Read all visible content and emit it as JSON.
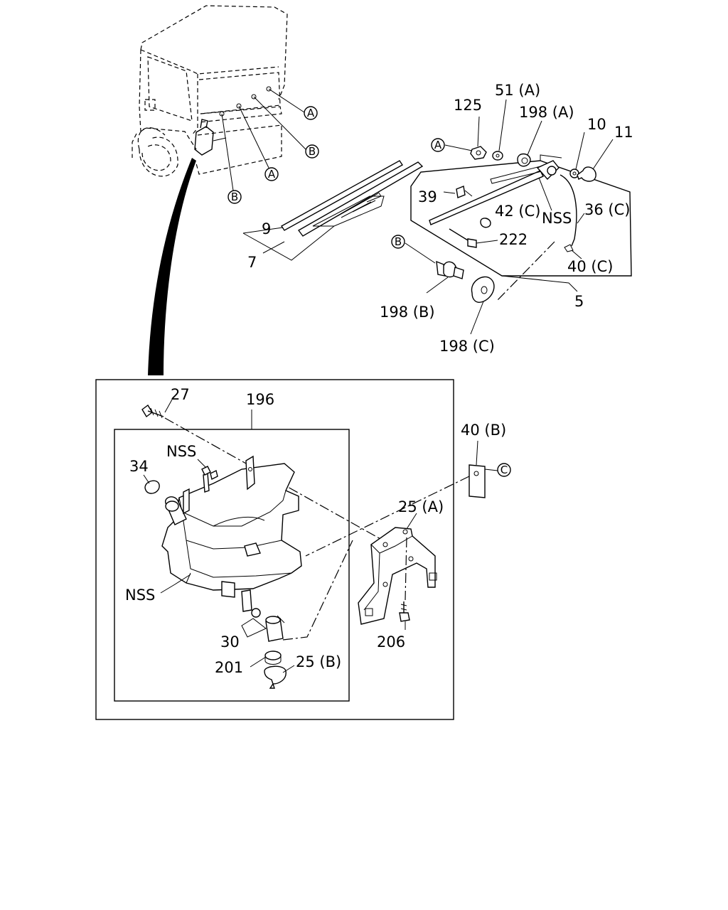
{
  "labels": {
    "p7": "7",
    "p9": "9",
    "p5": "5",
    "p39": "39",
    "p42c": "42 (C)",
    "nss_arm": "NSS",
    "p36c": "36 (C)",
    "p222": "222",
    "p40c": "40 (C)",
    "p125": "125",
    "p51a": "51 (A)",
    "p198a": "198 (A)",
    "p10": "10",
    "p11": "11",
    "p198b": "198 (B)",
    "p198c": "198 (C)",
    "p27": "27",
    "p196": "196",
    "p34": "34",
    "nss_hose": "NSS",
    "nss_tank": "NSS",
    "p40b": "40 (B)",
    "p25a": "25 (A)",
    "p30": "30",
    "p201": "201",
    "p25b": "25 (B)",
    "p206": "206"
  },
  "callouts": {
    "A": "A",
    "B": "B",
    "C": "C"
  }
}
